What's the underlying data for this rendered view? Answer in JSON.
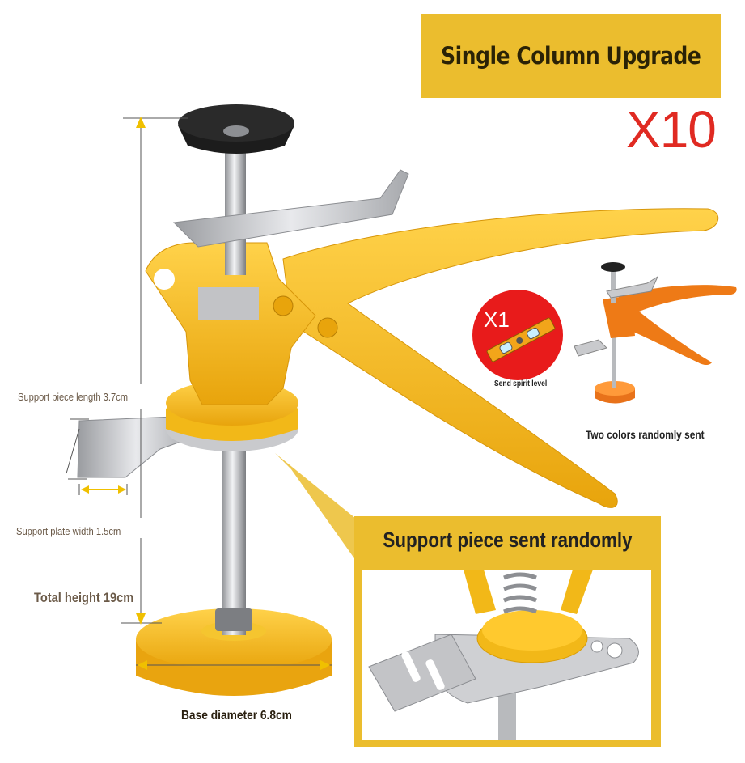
{
  "banner": {
    "text": "Single Column Upgrade"
  },
  "quantity": "X10",
  "measurements": {
    "support_piece_length": "Support piece length 3.7cm",
    "support_plate_width": "Support plate width 1.5cm",
    "total_height": "Total height 19cm",
    "base_diameter": "Base diameter 6.8cm"
  },
  "bonus": {
    "badge": "X1",
    "caption": "Send spirit level"
  },
  "variant_caption": "Two colors randomly sent",
  "callout": {
    "title": "Support piece sent randomly"
  },
  "colors": {
    "accent": "#ebbd2e",
    "tool_yellow": "#f2b818",
    "red": "#e02a22",
    "orange": "#ee7a16"
  }
}
